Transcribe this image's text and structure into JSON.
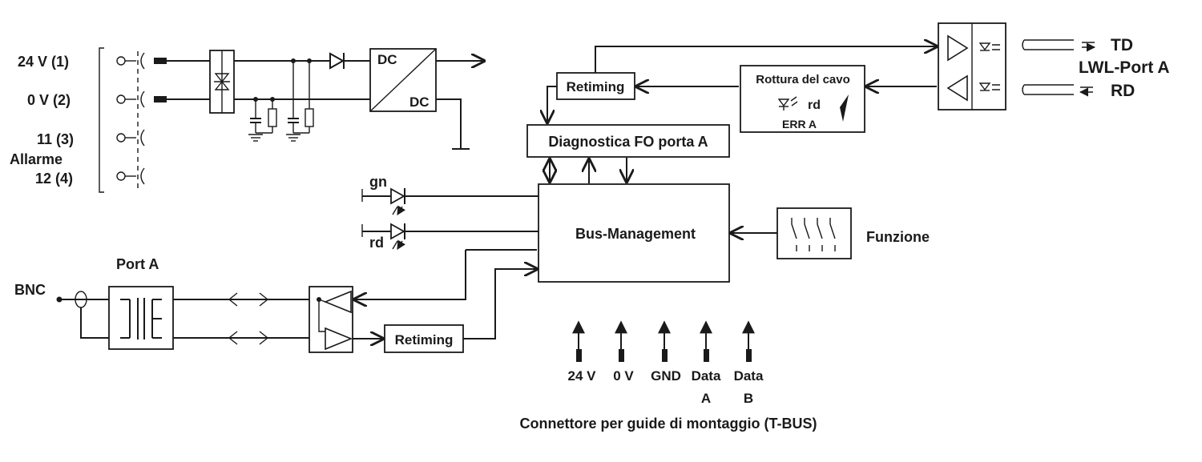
{
  "terminals": {
    "t1": "24 V (1)",
    "t2": "0 V (2)",
    "t3": "11 (3)",
    "alarm": "Allarme",
    "t4": "12 (4)"
  },
  "dc": {
    "in": "DC",
    "out": "DC"
  },
  "retiming_top": "Retiming",
  "retiming_bottom": "Retiming",
  "cable_break": {
    "title": "Rottura del cavo",
    "led": "rd",
    "err": "ERR A"
  },
  "diag": "Diagnostica FO porta A",
  "bus": "Bus-Management",
  "leds": {
    "green": "gn",
    "red": "rd"
  },
  "function": "Funzione",
  "bnc": "BNC",
  "port_a": "Port A",
  "fo_port": {
    "td": "TD",
    "title": "LWL-Port A",
    "rd": "RD"
  },
  "tbus": {
    "pins": [
      {
        "l1": "24 V",
        "l2": ""
      },
      {
        "l1": "0 V",
        "l2": ""
      },
      {
        "l1": "GND",
        "l2": ""
      },
      {
        "l1": "Data",
        "l2": "A"
      },
      {
        "l1": "Data",
        "l2": "B"
      }
    ],
    "caption": "Connettore per guide di montaggio (T-BUS)"
  }
}
